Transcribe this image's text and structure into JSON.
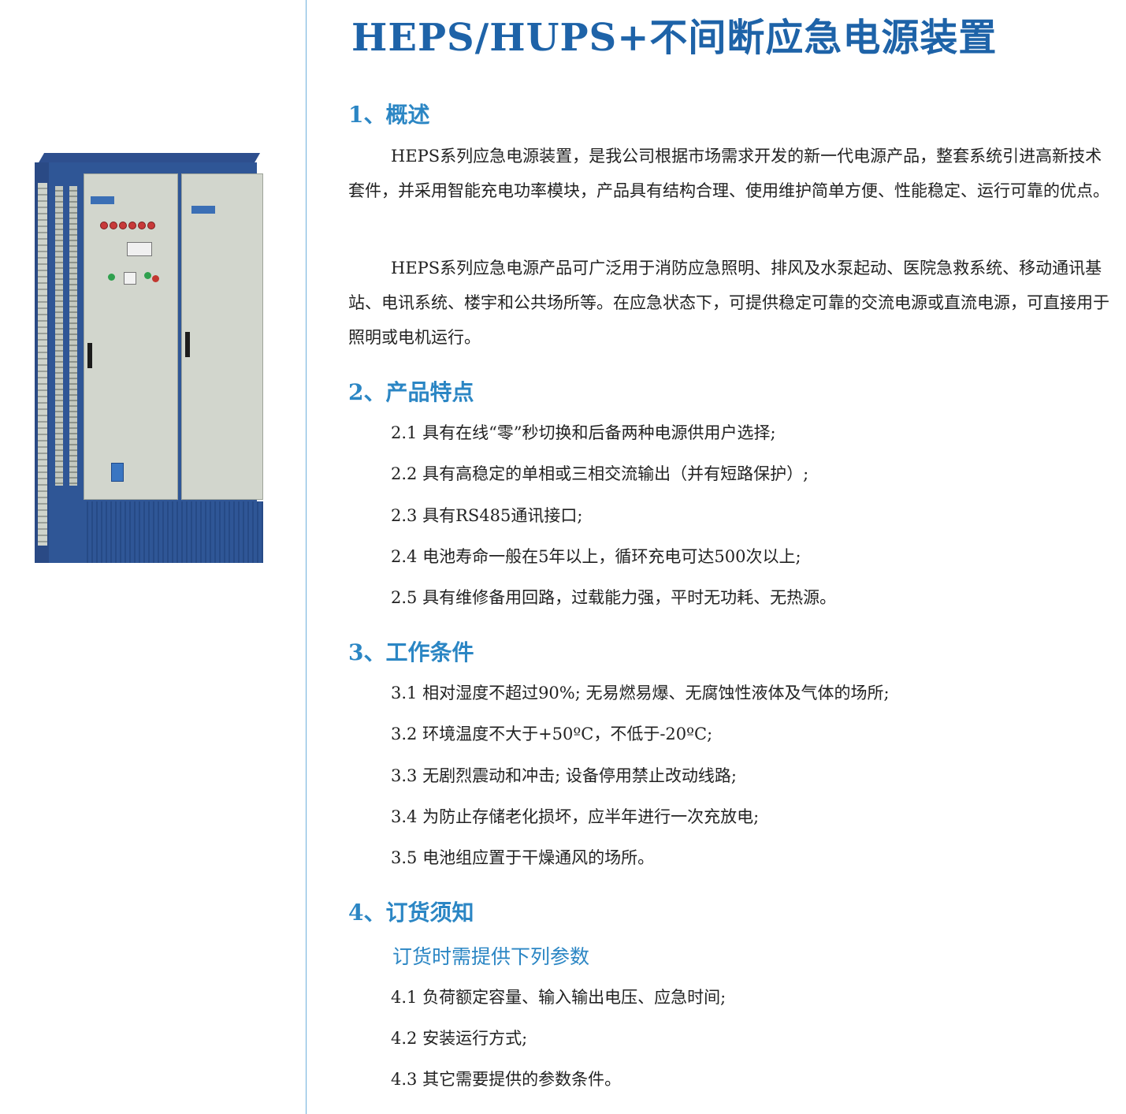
{
  "title": "HEPS/HUPS+不间断应急电源装置",
  "sections": [
    {
      "heading": "1、概述",
      "paragraphs": [
        "HEPS系列应急电源装置，是我公司根据市场需求开发的新一代电源产品，整套系统引进高新技术套件，并采用智能充电功率模块，产品具有结构合理、使用维护简单方便、性能稳定、运行可靠的优点。",
        "HEPS系列应急电源产品可广泛用于消防应急照明、排风及水泵起动、医院急救系统、移动通讯基站、电讯系统、楼宇和公共场所等。在应急状态下，可提供稳定可靠的交流电源或直流电源，可直接用于照明或电机运行。"
      ]
    },
    {
      "heading": "2、产品特点",
      "items": [
        "2.1 具有在线“零”秒切换和后备两种电源供用户选择;",
        "2.2 具有高稳定的单相或三相交流输出（并有短路保护）;",
        "2.3 具有RS485通讯接口;",
        "2.4 电池寿命一般在5年以上，循环充电可达500次以上;",
        "2.5 具有维修备用回路，过载能力强，平时无功耗、无热源。"
      ]
    },
    {
      "heading": "3、工作条件",
      "items": [
        "3.1 相对湿度不超过90%; 无易燃易爆、无腐蚀性液体及气体的场所;",
        "3.2 环境温度不大于+50ºC，不低于-20ºC;",
        "3.3 无剧烈震动和冲击; 设备停用禁止改动线路;",
        "3.4 为防止存储老化损坏，应半年进行一次充放电;",
        "3.5 电池组应置于干燥通风的场所。"
      ]
    },
    {
      "heading": "4、订货须知",
      "subheading": "订货时需提供下列参数",
      "items": [
        "4.1 负荷额定容量、输入输出电压、应急时间;",
        "4.2 安装运行方式;",
        "4.3 其它需要提供的参数条件。"
      ]
    }
  ],
  "colors": {
    "title": "#1e63a8",
    "heading": "#2b86c4",
    "divider": "#6fb0dc",
    "cabinet_frame": "#2f5696",
    "cabinet_door": "#d2d6cd"
  }
}
